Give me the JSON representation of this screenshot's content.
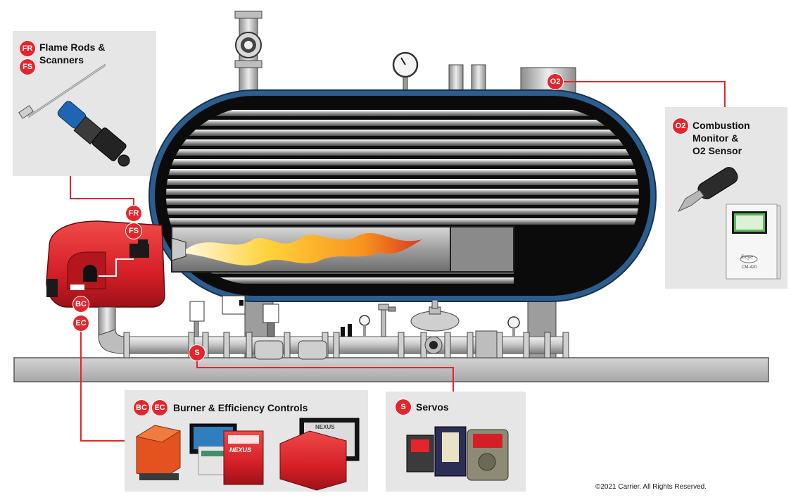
{
  "panels": {
    "flame": {
      "title_line1": "Flame Rods &",
      "title_line2": "Scanners",
      "badges": [
        "FR",
        "FS"
      ]
    },
    "combustion": {
      "title_line1": "Combustion",
      "title_line2": "Monitor &",
      "title_line3": "O2 Sensor",
      "badge": "O2"
    },
    "burner": {
      "title": "Burner & Efficiency Controls",
      "badges": [
        "BC",
        "EC"
      ]
    },
    "servos": {
      "title": "Servos",
      "badge": "S"
    }
  },
  "callouts": {
    "fr": "FR",
    "fs": "FS",
    "bc": "BC",
    "ec": "EC",
    "s": "S",
    "o2": "O2"
  },
  "device_labels": {
    "nexus_1": "NEXUS",
    "nexus_2": "NEXUS",
    "fireye": "fireye",
    "cm_model": "CM-420"
  },
  "copyright": "©2021 Carrier. All Rights Reserved.",
  "colors": {
    "accent_red": "#e4262c",
    "boiler_blue": "#2c5d8f",
    "panel_gray": "#e6e6e6",
    "pipe_gray": "#b9b9b9"
  }
}
